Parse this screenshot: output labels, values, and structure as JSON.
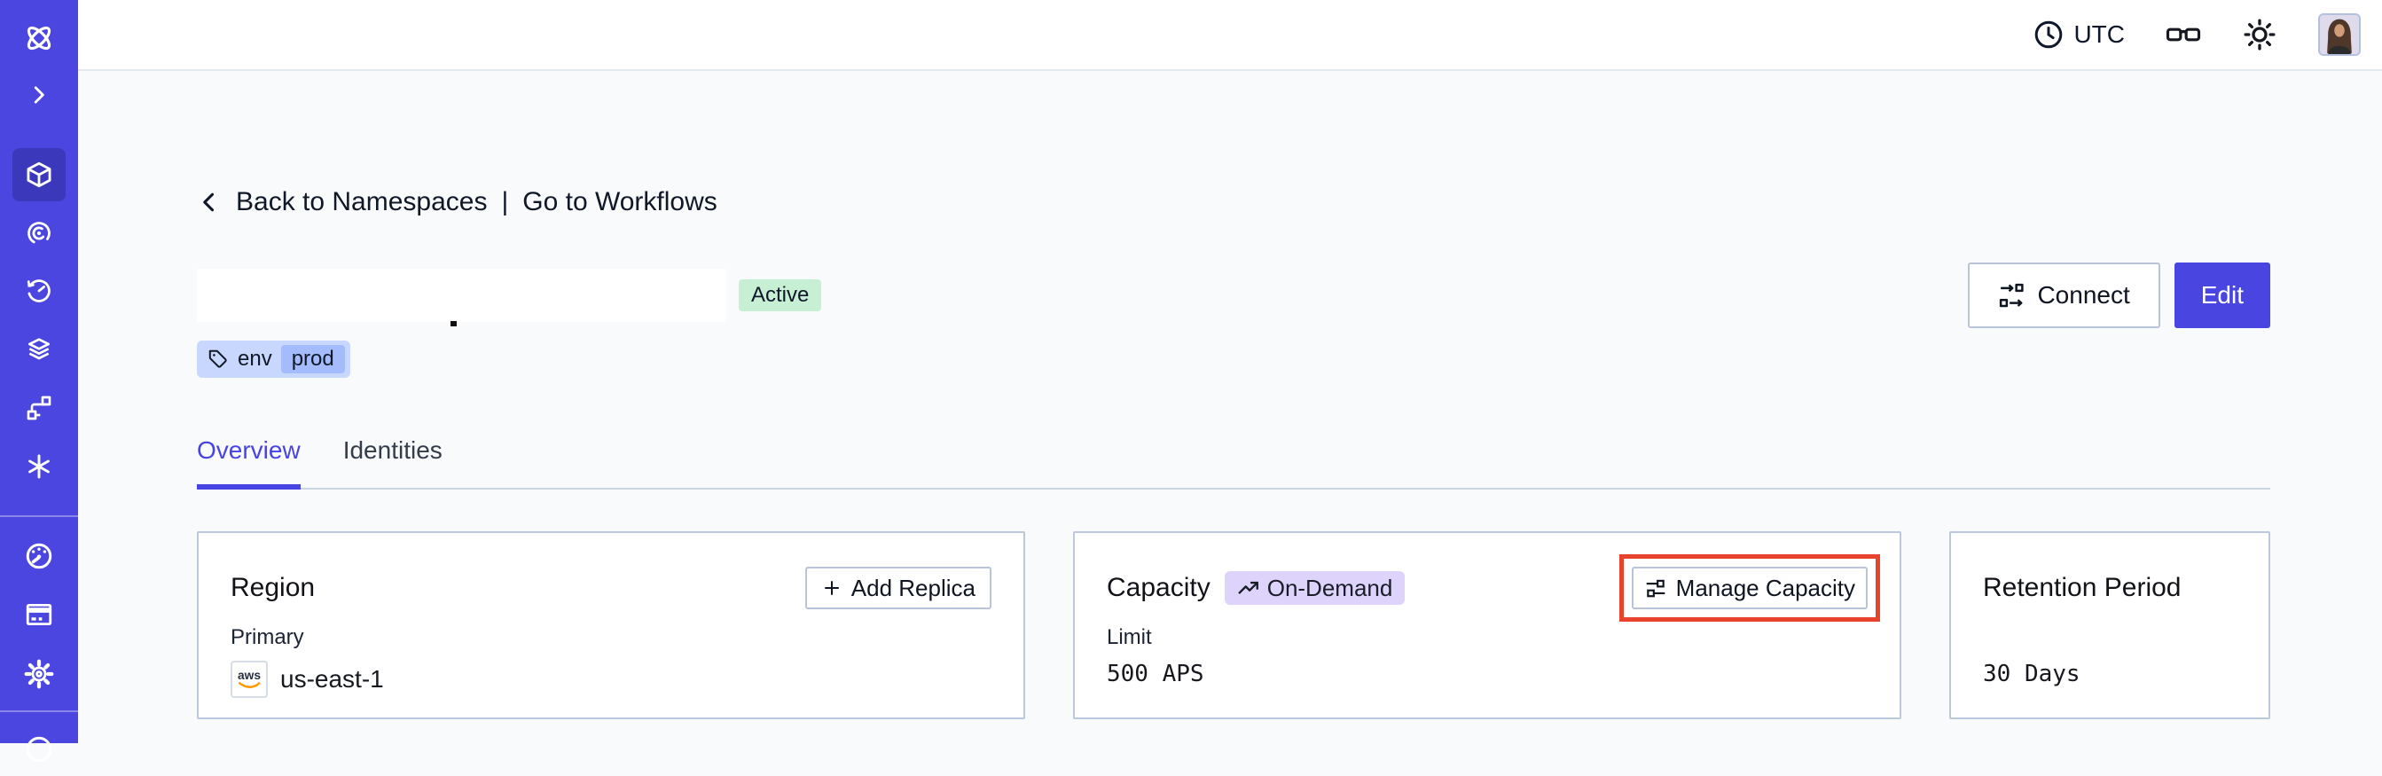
{
  "topbar": {
    "timezone": "UTC",
    "icons": [
      "clock-icon",
      "reader-view-glasses-icon",
      "light-mode-sun-icon",
      "user-avatar"
    ]
  },
  "sidebar": {
    "color": "#4A46DF",
    "selected_color": "#3B38BC",
    "items": [
      {
        "icon": "temporal-logo",
        "selected": false
      },
      {
        "icon": "expand-chevron-icon",
        "selected": false
      },
      {
        "icon": "namespaces-cube-icon",
        "selected": true
      },
      {
        "icon": "workflows-spiral-icon",
        "selected": false
      },
      {
        "icon": "schedules-clock-icon",
        "selected": false
      },
      {
        "icon": "deployments-layers-icon",
        "selected": false
      },
      {
        "icon": "nexus-branch-icon",
        "selected": false
      },
      {
        "icon": "batch-asterisk-icon",
        "selected": false
      },
      {
        "icon": "usage-gauge-icon",
        "selected": false
      },
      {
        "icon": "billing-card-icon",
        "selected": false
      },
      {
        "icon": "settings-gear-icon",
        "selected": false
      },
      {
        "icon": "help-circle-icon",
        "selected": false
      }
    ]
  },
  "page": {
    "breadcrumb": {
      "back": "Back to Namespaces",
      "separator": "|",
      "workflows": "Go to Workflows"
    },
    "namespace": {
      "name_redacted": true,
      "status": "Active"
    },
    "tag": {
      "key": "env",
      "value": "prod"
    },
    "actions": {
      "connect": "Connect",
      "edit": "Edit"
    },
    "tabs": [
      {
        "label": "Overview",
        "active": true
      },
      {
        "label": "Identities",
        "active": false
      }
    ],
    "cards": {
      "region": {
        "title": "Region",
        "action": "Add Replica",
        "label": "Primary",
        "provider": "aws",
        "value": "us-east-1"
      },
      "capacity": {
        "title": "Capacity",
        "badge": "On-Demand",
        "action": "Manage Capacity",
        "action_highlighted": true,
        "label": "Limit",
        "value": "500 APS"
      },
      "retention": {
        "title": "Retention Period",
        "value": "30 Days"
      }
    },
    "colors": {
      "accent": "#4845E1",
      "highlight_annotation": "#E8432C",
      "status_active_bg": "#C7EFD3",
      "tag_bg": "#C7D7FE",
      "tag_value_bg": "#A4BCFD",
      "ondemand_bg": "#DED4FB",
      "background": "#F8FAFC",
      "card_border": "#BCC8DC"
    }
  }
}
